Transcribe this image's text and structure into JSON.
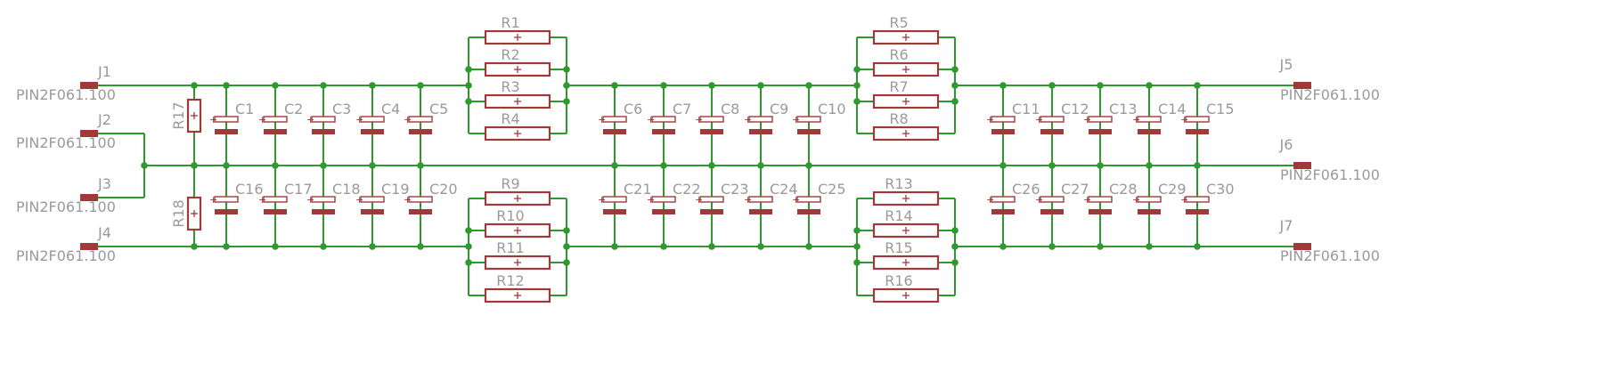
{
  "colors": {
    "wire": "#2e9a2e",
    "part": "#a03a3a",
    "label": "#9a9a9a",
    "background": "#ffffff"
  },
  "connectors": {
    "left": [
      {
        "ref": "J1",
        "value": "PIN2F061.100"
      },
      {
        "ref": "J2",
        "value": "PIN2F061.100"
      },
      {
        "ref": "J3",
        "value": "PIN2F061.100"
      },
      {
        "ref": "J4",
        "value": "PIN2F061.100"
      }
    ],
    "right": [
      {
        "ref": "J5",
        "value": "PIN2F061.100"
      },
      {
        "ref": "J6",
        "value": "PIN2F061.100"
      },
      {
        "ref": "J7",
        "value": "PIN2F061.100"
      }
    ]
  },
  "resistor_banks": [
    [
      "R1",
      "R2",
      "R3",
      "R4"
    ],
    [
      "R5",
      "R6",
      "R7",
      "R8"
    ],
    [
      "R9",
      "R10",
      "R11",
      "R12"
    ],
    [
      "R13",
      "R14",
      "R15",
      "R16"
    ]
  ],
  "vertical_resistors": [
    "R17",
    "R18"
  ],
  "capacitor_groups": [
    [
      "C1",
      "C2",
      "C3",
      "C4",
      "C5"
    ],
    [
      "C6",
      "C7",
      "C8",
      "C9",
      "C10"
    ],
    [
      "C11",
      "C12",
      "C13",
      "C14",
      "C15"
    ],
    [
      "C16",
      "C17",
      "C18",
      "C19",
      "C20"
    ],
    [
      "C21",
      "C22",
      "C23",
      "C24",
      "C25"
    ],
    [
      "C26",
      "C27",
      "C28",
      "C29",
      "C30"
    ]
  ]
}
